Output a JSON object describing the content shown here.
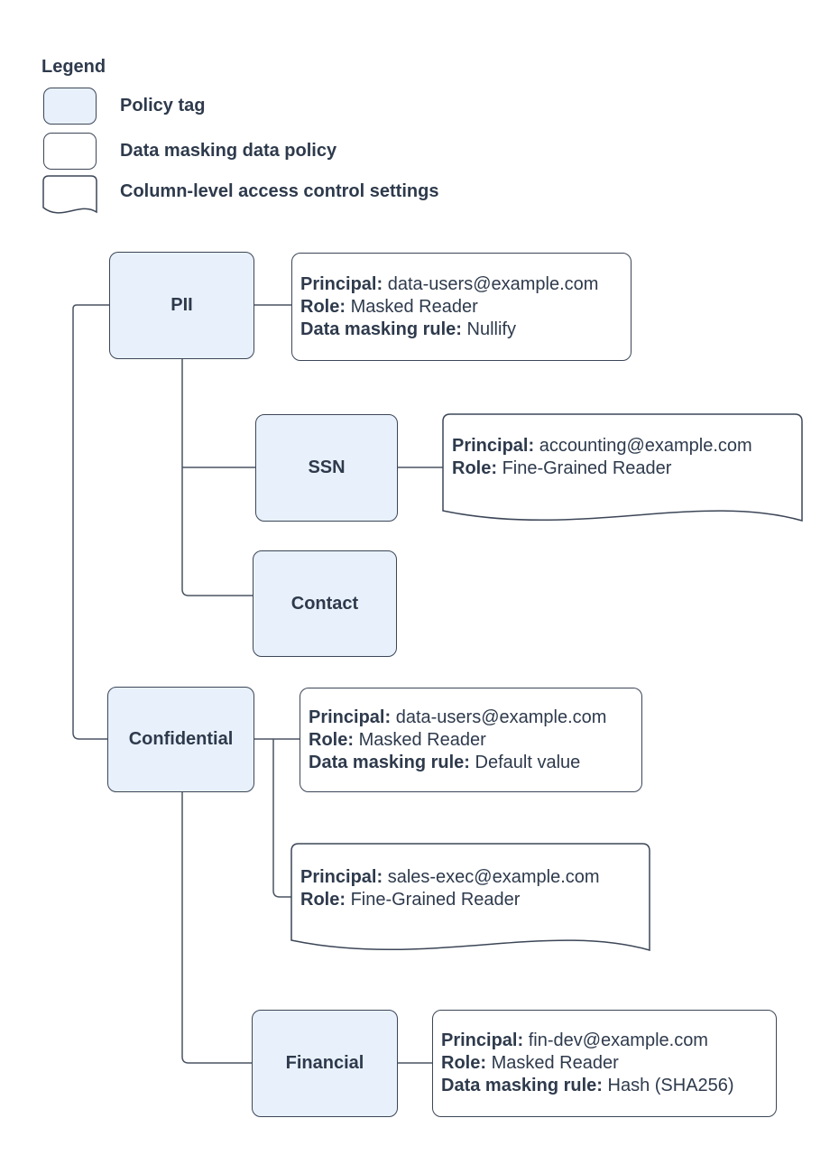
{
  "legend": {
    "title": "Legend",
    "items": [
      {
        "key": "policy-tag",
        "shape": "rounded-blue",
        "label": "Policy tag"
      },
      {
        "key": "data-masking-policy",
        "shape": "rounded-white",
        "label": "Data masking data policy"
      },
      {
        "key": "column-access",
        "shape": "document",
        "label": "Column-level access control settings"
      }
    ]
  },
  "nodes": {
    "pii": {
      "label": "PII"
    },
    "ssn": {
      "label": "SSN"
    },
    "contact": {
      "label": "Contact"
    },
    "confidential": {
      "label": "Confidential"
    },
    "financial": {
      "label": "Financial"
    }
  },
  "policies": {
    "pii_masking": {
      "shape": "rounded-white",
      "lines": [
        {
          "label": "Principal:",
          "value": "data-users@example.com"
        },
        {
          "label": "Role:",
          "value": "Masked Reader"
        },
        {
          "label": "Data masking rule:",
          "value": "Nullify"
        }
      ]
    },
    "ssn_access": {
      "shape": "document",
      "lines": [
        {
          "label": "Principal:",
          "value": "accounting@example.com"
        },
        {
          "label": "Role:",
          "value": "Fine-Grained Reader"
        }
      ]
    },
    "confidential_masking": {
      "shape": "rounded-white",
      "lines": [
        {
          "label": "Principal:",
          "value": "data-users@example.com"
        },
        {
          "label": "Role:",
          "value": "Masked Reader"
        },
        {
          "label": "Data masking rule:",
          "value": "Default value"
        }
      ]
    },
    "confidential_access": {
      "shape": "document",
      "lines": [
        {
          "label": "Principal:",
          "value": "sales-exec@example.com"
        },
        {
          "label": "Role:",
          "value": "Fine-Grained Reader"
        }
      ]
    },
    "financial_masking": {
      "shape": "rounded-white",
      "lines": [
        {
          "label": "Principal:",
          "value": "fin-dev@example.com"
        },
        {
          "label": "Role:",
          "value": "Masked Reader"
        },
        {
          "label": "Data masking rule:",
          "value": "Hash (SHA256)"
        }
      ]
    }
  },
  "colors": {
    "policy_tag_fill": "#e8f1fb",
    "shape_stroke": "#3c4657",
    "connector_stroke": "#4a5462",
    "text": "#2e3a4c",
    "background": "#ffffff"
  }
}
